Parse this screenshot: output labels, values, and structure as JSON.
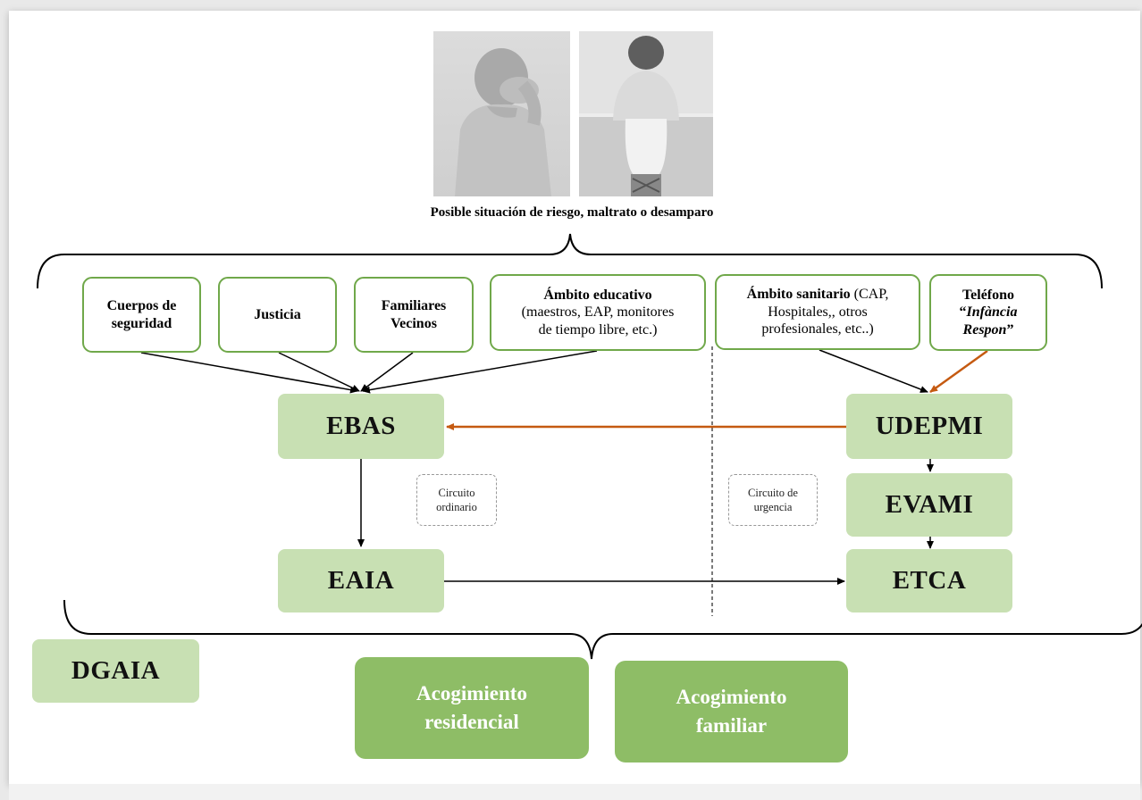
{
  "caption": "Posible situación de riesgo, maltrato o desamparo",
  "sources": {
    "police": {
      "line1": "Cuerpos de",
      "line2": "seguridad"
    },
    "justice": "Justicia",
    "family": {
      "line1": "Familiares",
      "line2": "Vecinos"
    },
    "education": {
      "title": "Ámbito educativo",
      "line2": "(maestros, EAP, monitores",
      "line3": "de tiempo libre, etc.)"
    },
    "health": {
      "title": "Ámbito sanitario",
      "title_rest": " (CAP,",
      "line2": "Hospitales,, otros",
      "line3": "profesionales, etc..)"
    },
    "phone": {
      "line1": "Teléfono",
      "quote_open": "“",
      "italic": "Infància",
      "italic2": "Respon",
      "quote_close": "”"
    }
  },
  "teams": {
    "ebas": "EBAS",
    "udepmi": "UDEPMI",
    "evami": "EVAMI",
    "eaia": "EAIA",
    "etca": "ETCA",
    "dgaia": "DGAIA"
  },
  "circuits": {
    "ordinary": {
      "line1": "Circuito",
      "line2": "ordinario"
    },
    "urgent": {
      "line1": "Circuito de",
      "line2": "urgencia"
    }
  },
  "outcomes": {
    "residential": {
      "line1": "Acogimiento",
      "line2": "residencial"
    },
    "family": {
      "line1": "Acogimiento",
      "line2": "familiar"
    }
  },
  "colors": {
    "source_border": "#70a84a",
    "team_fill": "#c8e0b3",
    "outcome_fill": "#8ebd66",
    "urgent_arrow": "#c55a11",
    "arrow": "#000000"
  }
}
